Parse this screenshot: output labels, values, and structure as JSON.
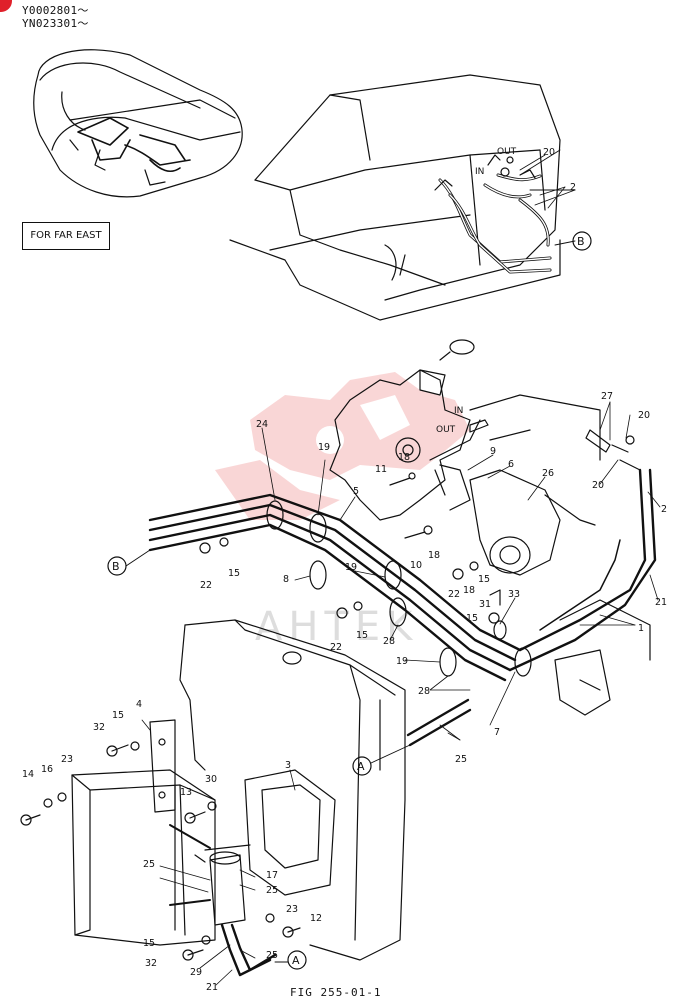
{
  "serials": [
    "Y0002801～",
    "YN023301～"
  ],
  "region_box": "FOR FAR EAST",
  "figure_caption": "FIG 255-01-1",
  "watermark": "AHTEK",
  "colors": {
    "badge": "#e0202a",
    "watermark_fill": "#f08c8c"
  },
  "labels": {
    "out_top": "OUT",
    "in_top": "IN",
    "in_mid": "IN",
    "out_mid": "OUT",
    "callout_a": "A",
    "callout_b": "B"
  },
  "part_numbers": {
    "p1": "1",
    "p2": "2",
    "p2b": "2",
    "p3": "3",
    "p4": "4",
    "p5": "5",
    "p6": "6",
    "p7": "7",
    "p8": "8",
    "p9": "9",
    "p10": "10",
    "p11": "11",
    "p12": "12",
    "p13": "13",
    "p14": "14",
    "p15a": "15",
    "p15b": "15",
    "p15c": "15",
    "p15d": "15",
    "p15e": "15",
    "p15f": "15",
    "p16": "16",
    "p17": "17",
    "p18a": "18",
    "p18b": "18",
    "p18c": "18",
    "p19a": "19",
    "p19b": "19",
    "p19c": "19",
    "p20a": "20",
    "p20b": "20",
    "p20c": "20",
    "p21a": "21",
    "p21b": "21",
    "p22a": "22",
    "p22b": "22",
    "p22c": "22",
    "p23a": "23",
    "p23b": "23",
    "p24": "24",
    "p25a": "25",
    "p25b": "25",
    "p25c": "25",
    "p25d": "25",
    "p26": "26",
    "p27": "27",
    "p28a": "28",
    "p28b": "28",
    "p29": "29",
    "p30": "30",
    "p31": "31",
    "p32a": "32",
    "p32b": "32",
    "p33": "33"
  }
}
